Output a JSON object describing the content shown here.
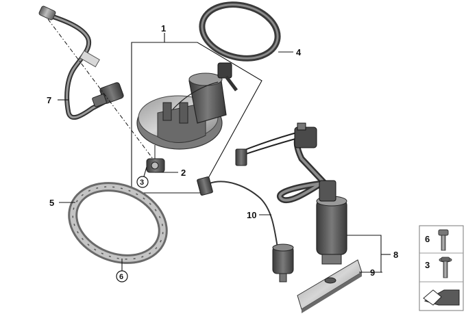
{
  "callouts": {
    "c1": "1",
    "c2": "2",
    "c3": "3",
    "c4": "4",
    "c5": "5",
    "c6": "6",
    "c7": "7",
    "c8": "8",
    "c9": "9",
    "c10": "10"
  },
  "legend": {
    "item_top": "6",
    "item_bottom": "3"
  },
  "colors": {
    "part_fill": "#8c8c8c",
    "part_dark": "#4a4a4a",
    "part_light": "#c8c8c8",
    "line": "#111111"
  }
}
